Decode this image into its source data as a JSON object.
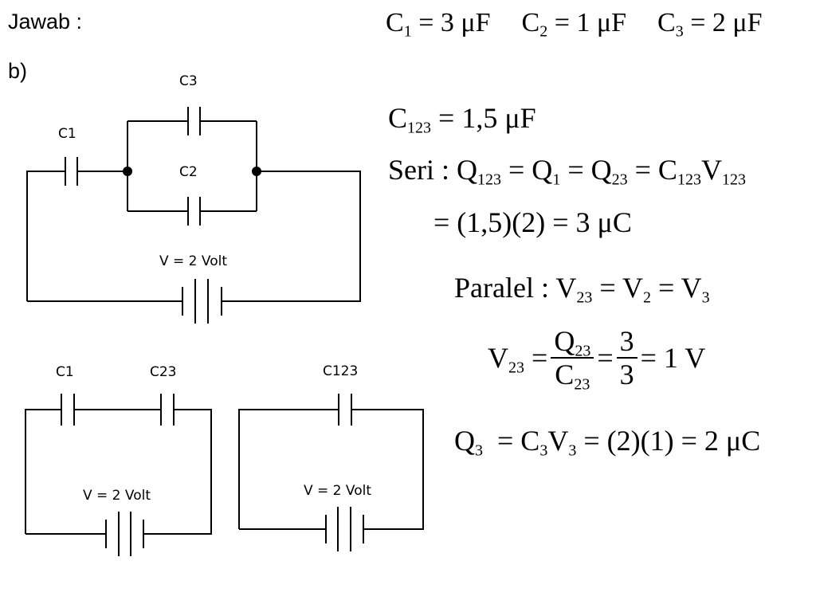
{
  "header": {
    "jawab": "Jawab :",
    "part": "b)",
    "givens": [
      "C",
      "1",
      " = 3 μF",
      "C",
      "2",
      " = 1 μF",
      "C",
      "3",
      " = 2 μF"
    ]
  },
  "circuit_main": {
    "c1_label": "C1",
    "c2_label": "C2",
    "c3_label": "C3",
    "voltage_label": "V = 2 Volt"
  },
  "circuit_series": {
    "c1_label": "C1",
    "c23_label": "C23",
    "voltage_label": "V = 2 Volt"
  },
  "circuit_equiv": {
    "c123_label": "C123",
    "voltage_label": "V = 2 Volt"
  },
  "equations": {
    "c123": [
      "C",
      "123",
      " = 1,5 μF"
    ],
    "seri_title": "Seri : ",
    "seri_eq": [
      "Q",
      "123",
      " = Q",
      "1",
      " = Q",
      "23",
      " = C",
      "123",
      "V",
      "123"
    ],
    "seri_result": "= (1,5)(2) = 3 μC",
    "paralel_title": "Paralel : ",
    "paralel_eq": [
      "V",
      "23",
      " = V",
      "2",
      " = V",
      "3"
    ],
    "v23_lhs": [
      "V",
      "23",
      " ="
    ],
    "v23_num": [
      "Q",
      "23"
    ],
    "v23_den": [
      "C",
      "23"
    ],
    "v23_mid": "=",
    "v23_num2": "3",
    "v23_den2": "3",
    "v23_result": "= 1 V",
    "q3_eq": [
      "Q",
      "3",
      "  = C",
      "3",
      "V",
      "3",
      " = (2)(1) = 2 μC"
    ]
  }
}
